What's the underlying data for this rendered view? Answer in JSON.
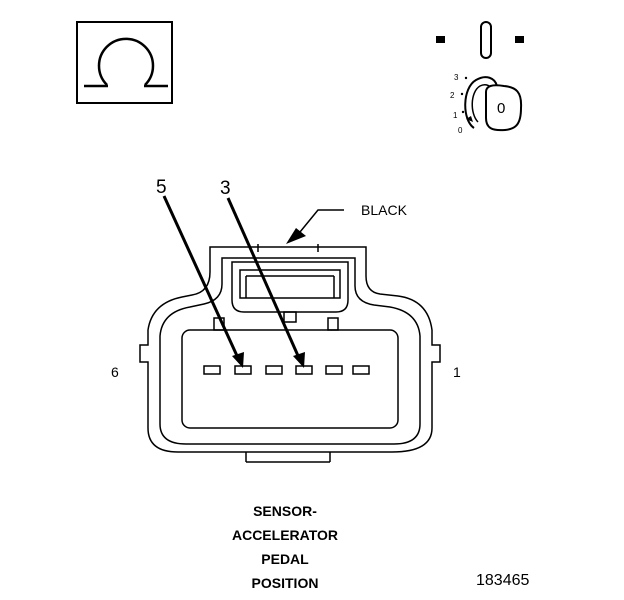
{
  "symbols": {
    "ohm_symbol": "Ω",
    "meter_icon": "ohmmeter-icon",
    "ignition_icon": "ignition-key-icon"
  },
  "ignition": {
    "positions": [
      "3",
      "2",
      "1",
      "0"
    ],
    "key_label": "0"
  },
  "connector": {
    "color_label": "BLACK",
    "terminal_left": "6",
    "terminal_right": "1",
    "probe_labels": [
      "5",
      "3"
    ]
  },
  "caption_lines": [
    "SENSOR-",
    "ACCELERATOR",
    "PEDAL",
    "POSITION"
  ],
  "figure_number": "183465"
}
